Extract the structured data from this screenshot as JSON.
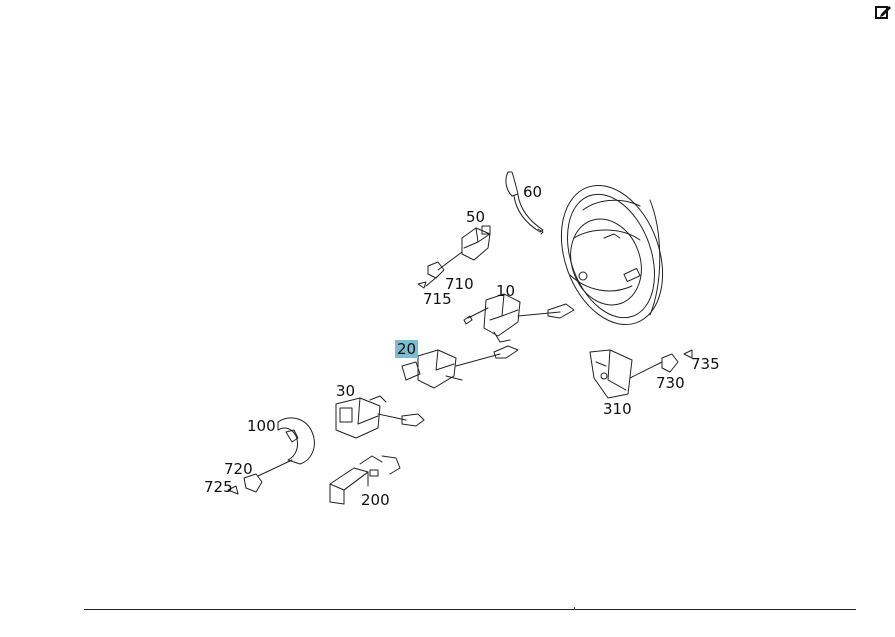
{
  "toolbar": {
    "edit_icon": "edit-icon"
  },
  "diagram": {
    "highlight_color": "#7fbccf",
    "highlighted_part": "20",
    "callouts": {
      "p60": "60",
      "p50": "50",
      "p710": "710",
      "p715": "715",
      "p10": "10",
      "p20": "20",
      "p735": "735",
      "p730": "730",
      "p310": "310",
      "p30": "30",
      "p100": "100",
      "p720": "720",
      "p725": "725",
      "p200": "200"
    }
  }
}
